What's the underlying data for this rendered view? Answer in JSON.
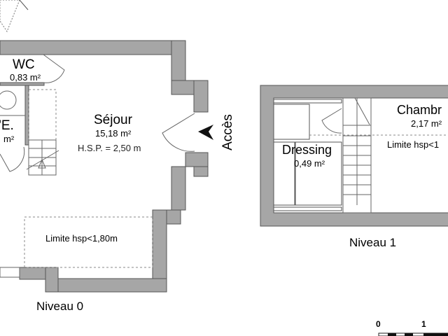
{
  "level0": {
    "title": "Niveau 0",
    "rooms": [
      {
        "name": "WC",
        "area": "0,83 m²"
      },
      {
        "name": "l'E.",
        "area": "m²"
      },
      {
        "name": "Séjour",
        "area": "15,18 m²",
        "hsp": "H.S.P. = 2,50 m"
      }
    ],
    "limit": "Limite hsp<1,80m",
    "access": "Accès"
  },
  "level1": {
    "title": "Niveau 1",
    "rooms": [
      {
        "name": "Dressing",
        "area": "0,49 m²"
      },
      {
        "name": "Chambr",
        "area": "2,17 m²"
      }
    ],
    "limit": "Limite hsp<1"
  },
  "scale": {
    "labels": [
      "0",
      "1"
    ]
  },
  "colors": {
    "wall": "#a6a6a6"
  }
}
